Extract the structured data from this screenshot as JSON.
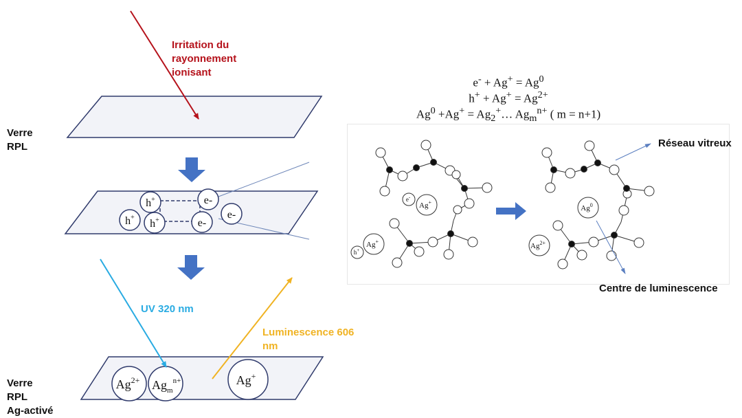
{
  "labels": {
    "irradiation": [
      "Irritation du",
      "rayonnement",
      "ionisant"
    ],
    "verre_rpl": [
      "Verre",
      "RPL"
    ],
    "verre_rpl_ag": [
      "Verre",
      "RPL",
      "Ag-activé"
    ],
    "uv": "UV 320 nm",
    "luminescence": [
      "Luminescence 606",
      "nm"
    ],
    "reseau": "Réseau vitreux",
    "centre": "Centre de luminescence"
  },
  "equations": {
    "eq1": {
      "a": "e",
      "a_sup": "-",
      "b": " + Ag",
      "b_sup": "+",
      "c": " = Ag",
      "c_sup": "0"
    },
    "eq2": {
      "a": "h",
      "a_sup": "+",
      "b": " + Ag",
      "b_sup": "+",
      "c": " = Ag",
      "c_sup": "2+"
    },
    "eq3": {
      "a": "Ag",
      "a_sup": "0",
      "b": " +Ag",
      "b_sup": "+",
      "c": " = Ag",
      "c_sub": "2",
      "c_sup": "+",
      "d": "… Ag",
      "d_sub": "m",
      "d_sup": "n+",
      "e": " ( m = n+1)"
    }
  },
  "carriers": {
    "hole": "h",
    "hole_sup": "+",
    "electron": "e-"
  },
  "ions": {
    "ag2": "Ag",
    "ag2_sup": "2+",
    "agm": "Ag",
    "agm_sub": "m",
    "agm_sup": "n+",
    "agplus": "Ag",
    "agplus_sup": "+",
    "ag0": "Ag",
    "ag0_sup": "0",
    "eminus": "e",
    "eminus_sup": "-"
  },
  "colors": {
    "red_arrow": "#b5121b",
    "uv_blue": "#29abe2",
    "lum_orange": "#f0b323",
    "block_arrow": "#4472c4",
    "plate_fill": "#f2f3f8",
    "plate_stroke": "#2f3a6b"
  }
}
